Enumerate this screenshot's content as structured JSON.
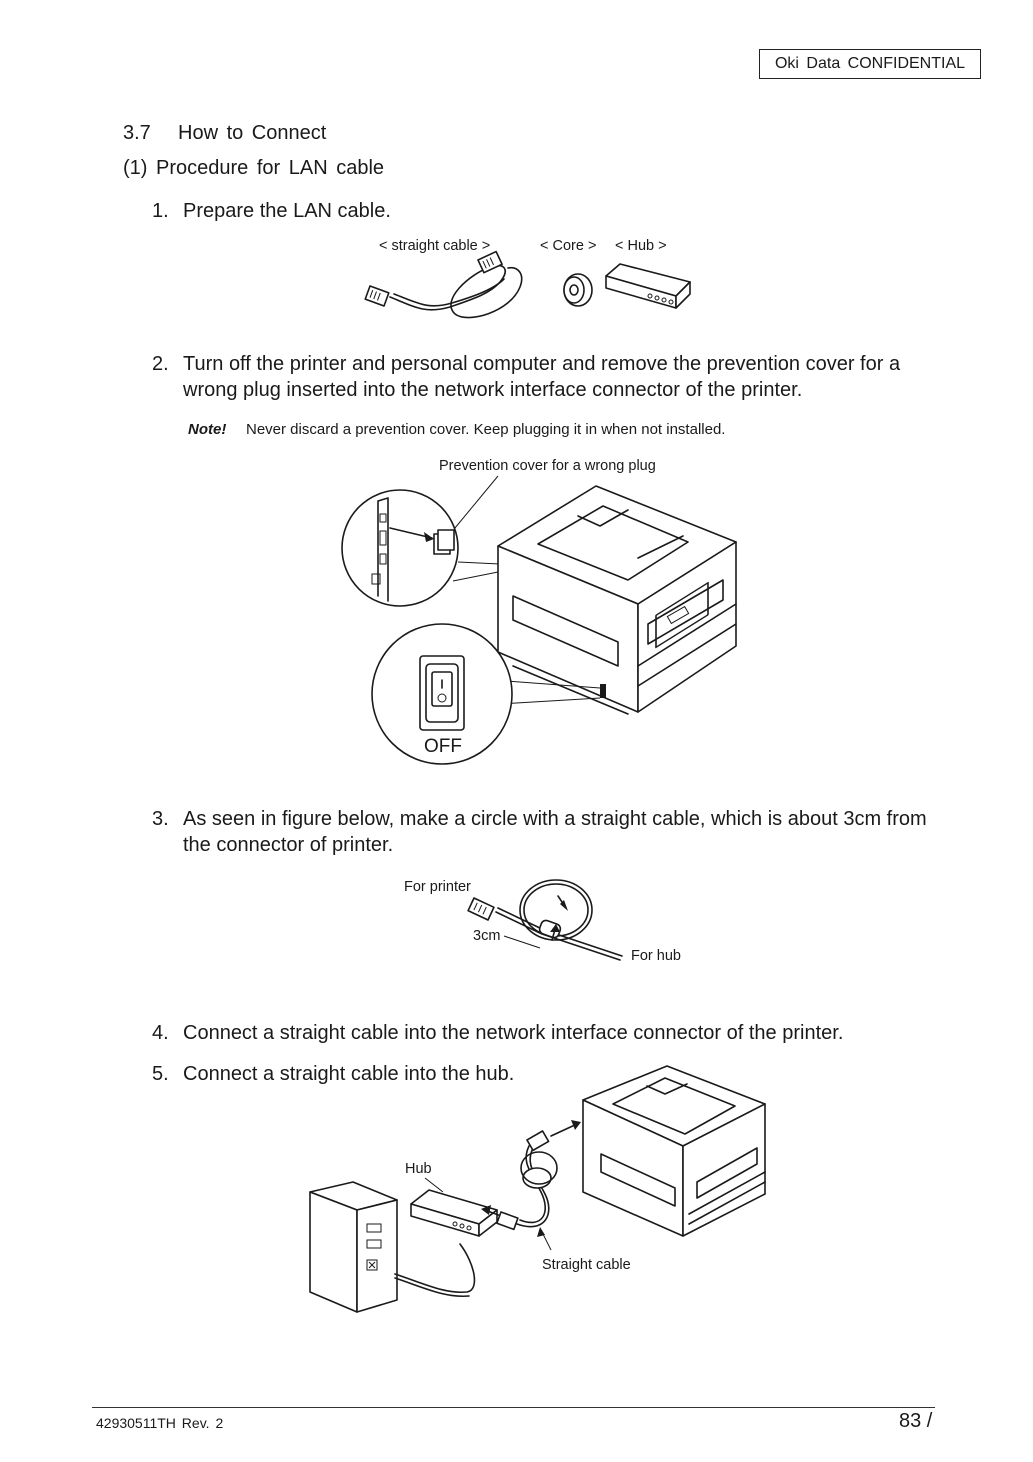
{
  "header": {
    "confidential": "Oki  Data  CONFIDENTIAL"
  },
  "section": {
    "number": "3.7",
    "title": "How  to  Connect",
    "procedure": "(1)  Procedure for LAN cable"
  },
  "steps": [
    {
      "num": "1.",
      "text": "Prepare the LAN cable."
    },
    {
      "num": "2.",
      "text": "Turn off the printer and personal computer and remove the prevention cover for a wrong plug inserted into the network interface connector of the printer."
    },
    {
      "num": "3.",
      "text": "As seen in figure below, make a circle with a straight cable, which is about 3cm from the connector of printer."
    },
    {
      "num": "4.",
      "text": "Connect a straight cable into the network interface connector of the printer."
    },
    {
      "num": "5.",
      "text": "Connect a straight cable into the hub."
    }
  ],
  "note": {
    "label": "Note!",
    "text": "Never discard a prevention cover. Keep plugging it in when not installed."
  },
  "figure1": {
    "straight_cable": "< straight cable >",
    "core": "< Core >",
    "hub": "< Hub >"
  },
  "figure2": {
    "prevention_cover": "Prevention cover for a wrong plug",
    "off": "OFF"
  },
  "figure3": {
    "for_printer": "For printer",
    "distance": "3cm",
    "for_hub": "For hub"
  },
  "figure4": {
    "hub": "Hub",
    "straight_cable": "Straight cable"
  },
  "footer": {
    "doc_id": "42930511TH  Rev. 2",
    "page": "83 /"
  }
}
